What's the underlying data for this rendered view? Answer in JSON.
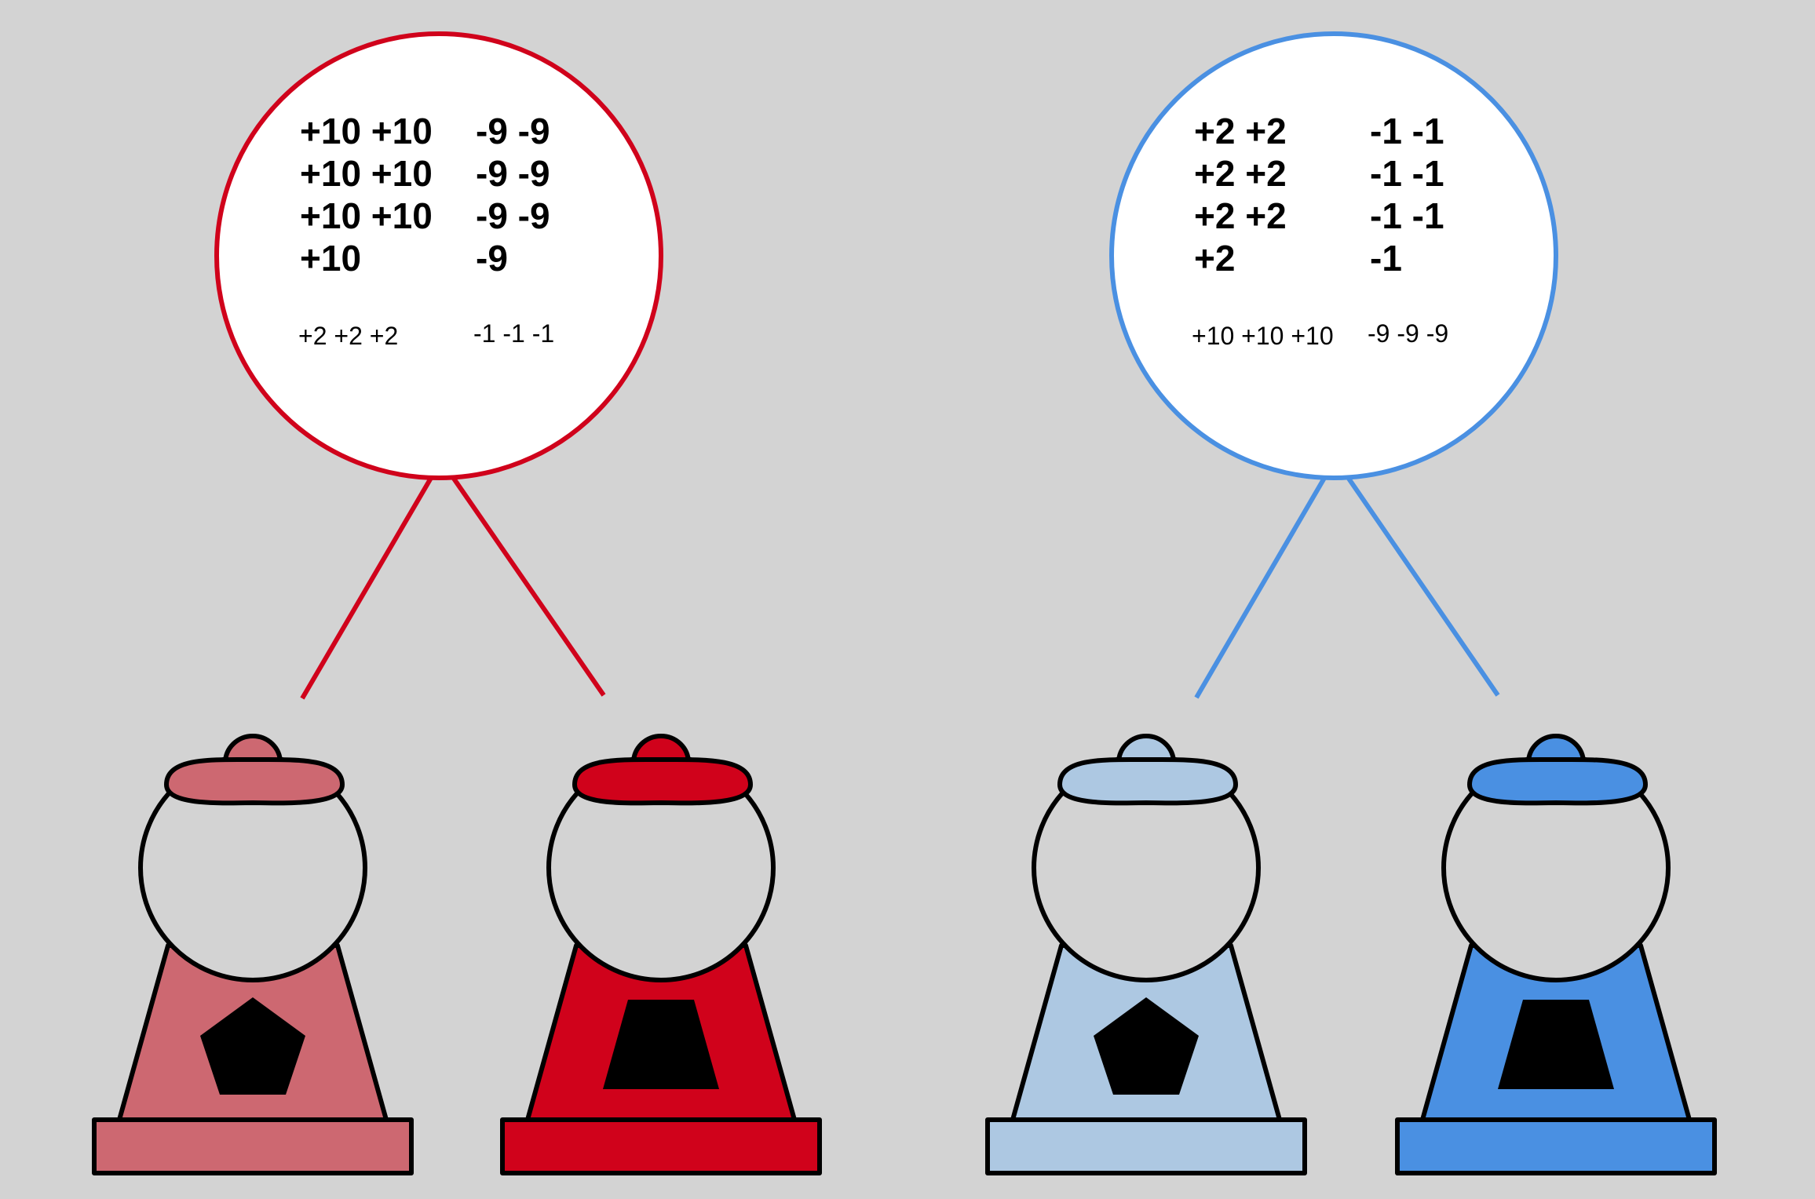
{
  "colors": {
    "background": "#d3d3d3",
    "red_dark": "#d0021b",
    "red_light": "#cd6871",
    "blue_dark": "#4a90e2",
    "blue_light": "#adc8e2",
    "outline": "#000000",
    "bubble_fill": "#ffffff"
  },
  "groups": [
    {
      "name": "red",
      "bubble": {
        "big_left": [
          "+10 +10",
          "+10 +10",
          "+10 +10",
          "+10"
        ],
        "big_right": [
          "-9 -9",
          "-9 -9",
          "-9 -9",
          "-9"
        ],
        "small_left": "+2 +2 +2",
        "small_right": "-1 -1 -1"
      },
      "machines": [
        {
          "shape": "pentagon",
          "color": "red_light"
        },
        {
          "shape": "trapezoid",
          "color": "red_dark"
        }
      ]
    },
    {
      "name": "blue",
      "bubble": {
        "big_left": [
          "+2 +2",
          "+2 +2",
          "+2 +2",
          "+2"
        ],
        "big_right": [
          "-1 -1",
          "-1 -1",
          "-1 -1",
          "-1"
        ],
        "small_left": "+10 +10 +10",
        "small_right": "-9 -9 -9"
      },
      "machines": [
        {
          "shape": "pentagon",
          "color": "blue_light"
        },
        {
          "shape": "trapezoid",
          "color": "blue_dark"
        }
      ]
    }
  ]
}
